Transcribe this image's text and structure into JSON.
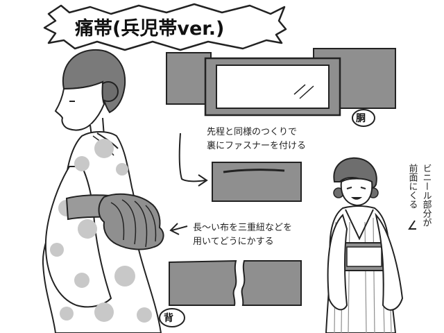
{
  "title": "痛帯(兵児帯ver.)",
  "labels": {
    "torso": "胴",
    "back": "背"
  },
  "notes": {
    "zipper_line1": "先程と同様のつくりで",
    "zipper_line2": "裏にファスナーを付ける",
    "tie_line1": "長〜い布を三重紐などを",
    "tie_line2": "用いてどうにかする",
    "vinyl_col1": "ビニール部分が",
    "vinyl_col2": "前面にくる"
  },
  "colors": {
    "ink": "#222222",
    "panel_gray": "#8f8f8f",
    "light_gray": "#c8c8c8",
    "paper": "#ffffff"
  }
}
